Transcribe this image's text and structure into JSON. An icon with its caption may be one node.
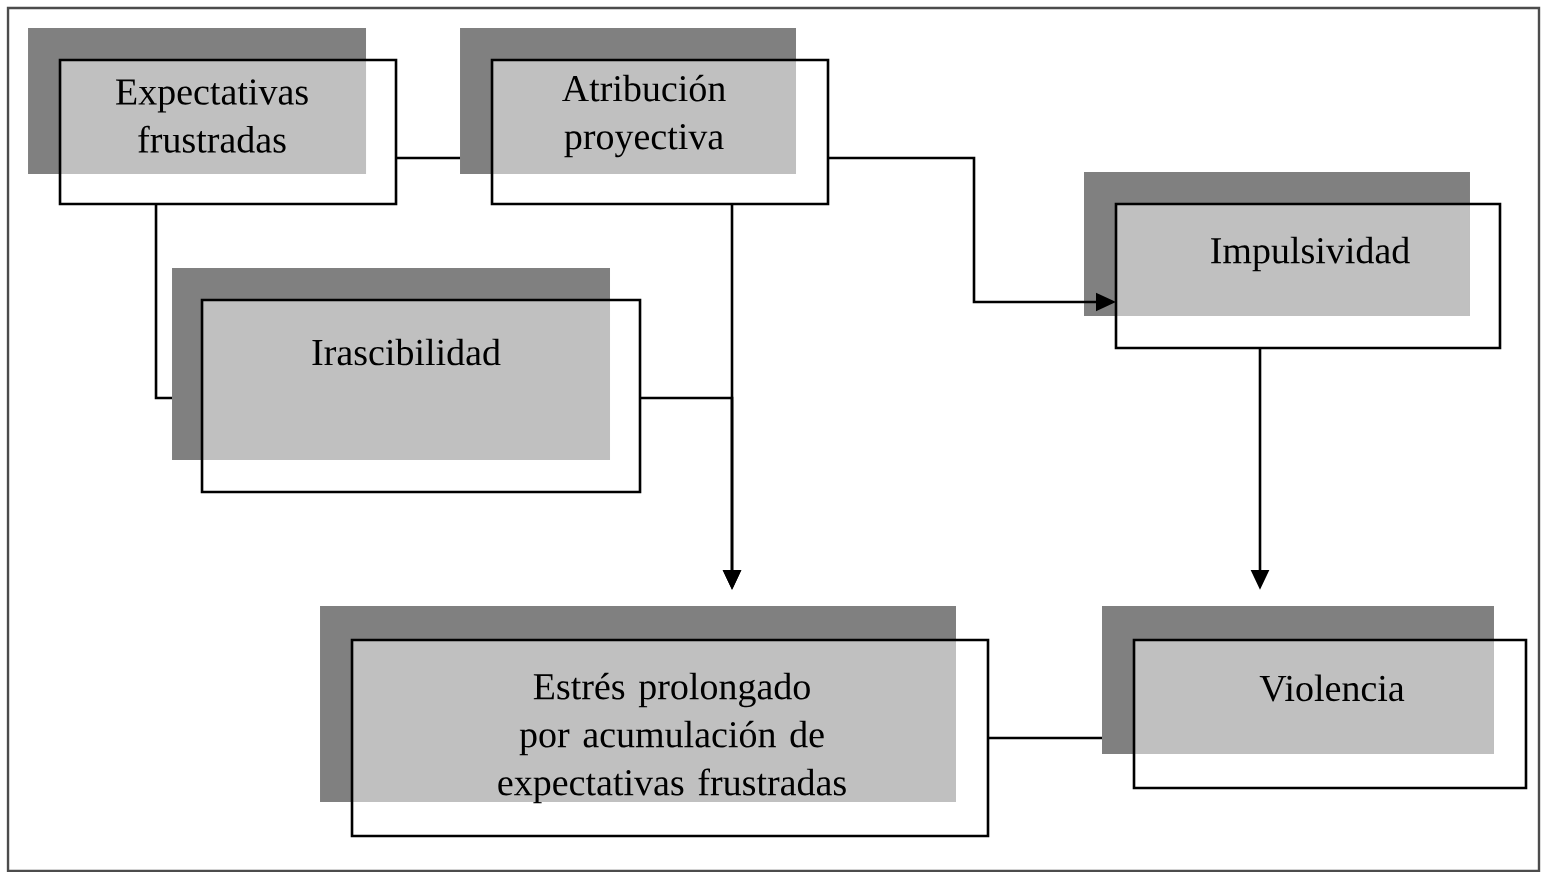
{
  "diagram": {
    "nodes": [
      {
        "text": [
          "Expectativas frustradas"
        ]
      },
      {
        "text": [
          "Atribución proyectiva"
        ]
      },
      {
        "text": [
          "Irascibilidad"
        ]
      },
      {
        "text": [
          "Impulsividad"
        ]
      },
      {
        "text": [
          "Estrés prolongado por acumulación de expectativas frustradas"
        ]
      },
      {
        "text": [
          "Violencia"
        ]
      }
    ],
    "edges": [
      {
        "from": 0,
        "to": 1,
        "arrow": "none"
      },
      {
        "from": 0,
        "to": 2,
        "arrow": "none"
      },
      {
        "from": 1,
        "to": 4,
        "arrow": "to"
      },
      {
        "from": 2,
        "to": 4,
        "arrow": "to"
      },
      {
        "from": 1,
        "to": 3,
        "arrow": "to"
      },
      {
        "from": 3,
        "to": 5,
        "arrow": "to"
      },
      {
        "from": 4,
        "to": 5,
        "arrow": "none"
      }
    ]
  }
}
